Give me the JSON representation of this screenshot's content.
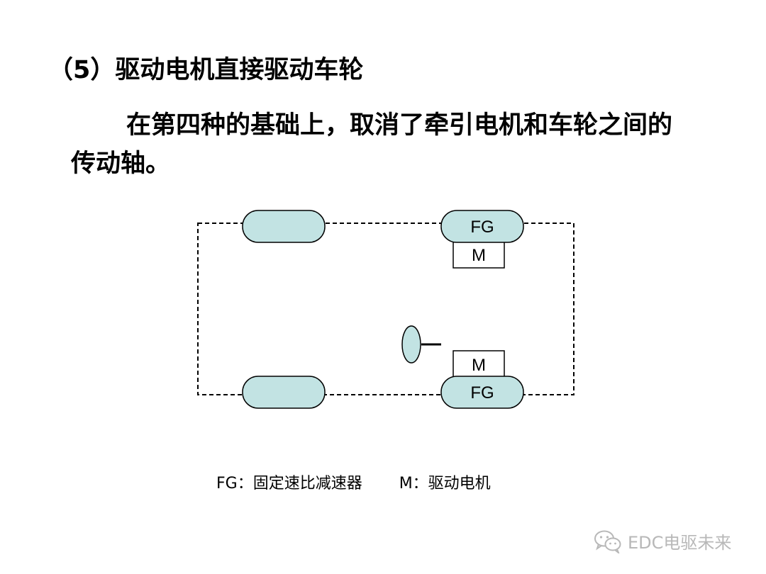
{
  "title": "（5）驱动电机直接驱动车轮",
  "body": "在第四种的基础上，取消了牵引电机和车轮之间的传动轴。",
  "diagram": {
    "top_right": {
      "fg_label": "FG",
      "m_label": "M"
    },
    "bottom_right": {
      "fg_label": "FG",
      "m_label": "M"
    }
  },
  "legend": {
    "fg": "FG：固定速比减速器",
    "m": "M：驱动电机"
  },
  "watermark": "EDC电驱未来",
  "colors": {
    "wheel_fill": "#c2e3e3",
    "stroke": "#000000",
    "background": "#ffffff",
    "watermark": "#b8b8b8"
  }
}
